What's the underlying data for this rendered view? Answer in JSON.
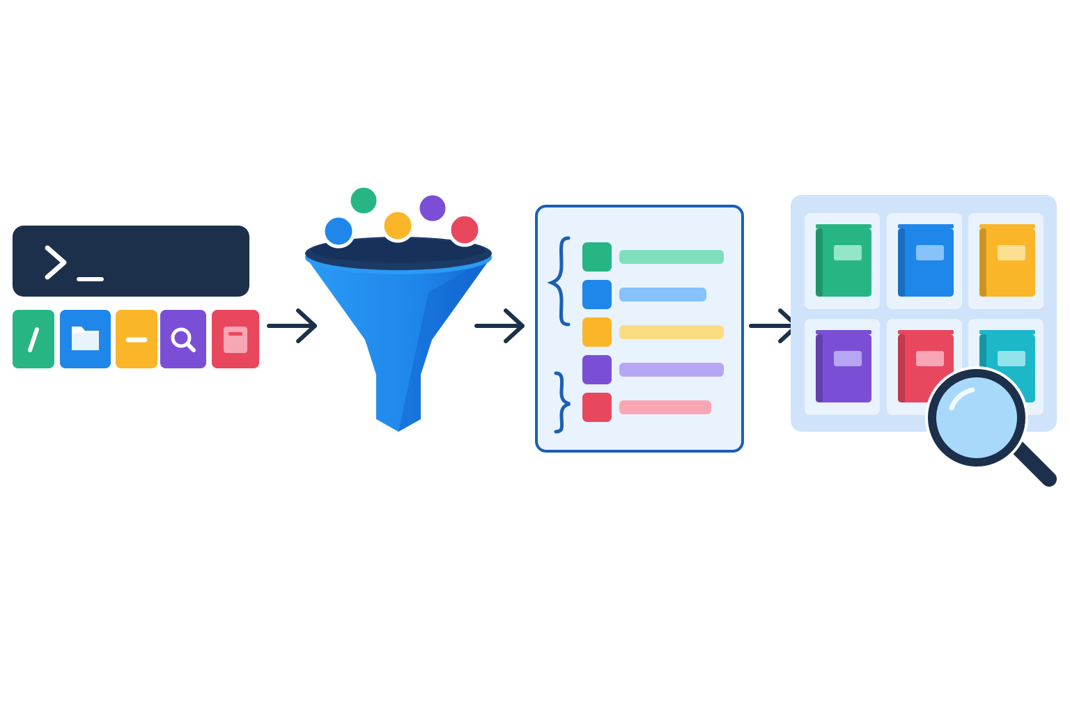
{
  "colors": {
    "green": "#27b584",
    "blue": "#1f86ea",
    "yellow": "#fbb528",
    "purple": "#7a4fd6",
    "red": "#e9475e",
    "teal": "#1cb7c9",
    "navy": "#1c2f4b",
    "panel_border": "#1b5fb6"
  },
  "icons": {
    "terminal": "terminal-prompt-icon",
    "slash": "slash-command-icon",
    "folder": "folder-icon",
    "minus": "minus-icon",
    "search": "search-icon",
    "document": "document-icon",
    "funnel": "funnel-icon",
    "book": "book-icon",
    "magnifier": "magnifier-icon"
  },
  "tools": [
    {
      "icon": "slash-command-icon",
      "color": "#27b584"
    },
    {
      "icon": "folder-icon",
      "color": "#1f86ea"
    },
    {
      "icon": "minus-icon",
      "color": "#fbb528"
    },
    {
      "icon": "search-icon",
      "color": "#7a4fd6"
    },
    {
      "icon": "document-icon",
      "color": "#e9475e"
    }
  ],
  "list_rows": [
    {
      "color": "#27b584",
      "bar": "#7fdfbd",
      "fill": 1.0
    },
    {
      "color": "#1f86ea",
      "bar": "#86c2fb",
      "fill": 0.83
    },
    {
      "color": "#fbb528",
      "bar": "#fcdc83",
      "fill": 1.0
    },
    {
      "color": "#7a4fd6",
      "bar": "#b7a6f3",
      "fill": 1.0
    },
    {
      "color": "#e9475e",
      "bar": "#f8a6b6",
      "fill": 0.88
    }
  ],
  "books": [
    {
      "color": "#27b584",
      "label": "#93e6c8"
    },
    {
      "color": "#1f86ea",
      "label": "#86c2fb"
    },
    {
      "color": "#fbb528",
      "label": "#fddf92"
    },
    {
      "color": "#7a4fd6",
      "label": "#b7a6f3"
    },
    {
      "color": "#e9475e",
      "label": "#f8a6b6"
    },
    {
      "color": "#1cb7c9",
      "label": "#93e3ec"
    }
  ]
}
